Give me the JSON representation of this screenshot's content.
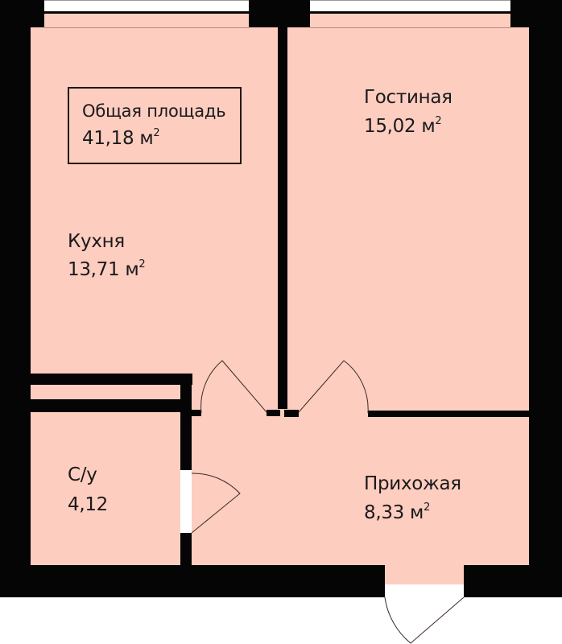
{
  "plan": {
    "total_area": {
      "title": "Общая площадь",
      "value": "41,18 м",
      "unit_sup": "2"
    },
    "rooms": [
      {
        "id": "kitchen",
        "name": "Кухня",
        "area": "13,71 м",
        "unit_sup": "2"
      },
      {
        "id": "living",
        "name": "Гостиная",
        "area": "15,02 м",
        "unit_sup": "2"
      },
      {
        "id": "bathroom",
        "name": "С/у",
        "area": "4,12",
        "unit_sup": ""
      },
      {
        "id": "hallway",
        "name": "Прихожая",
        "area": "8,33 м",
        "unit_sup": "2"
      }
    ],
    "colors": {
      "floor": "#fdcdc0",
      "wall": "#050505",
      "window": "#ffffff",
      "door_line": "#3a2a25"
    }
  }
}
